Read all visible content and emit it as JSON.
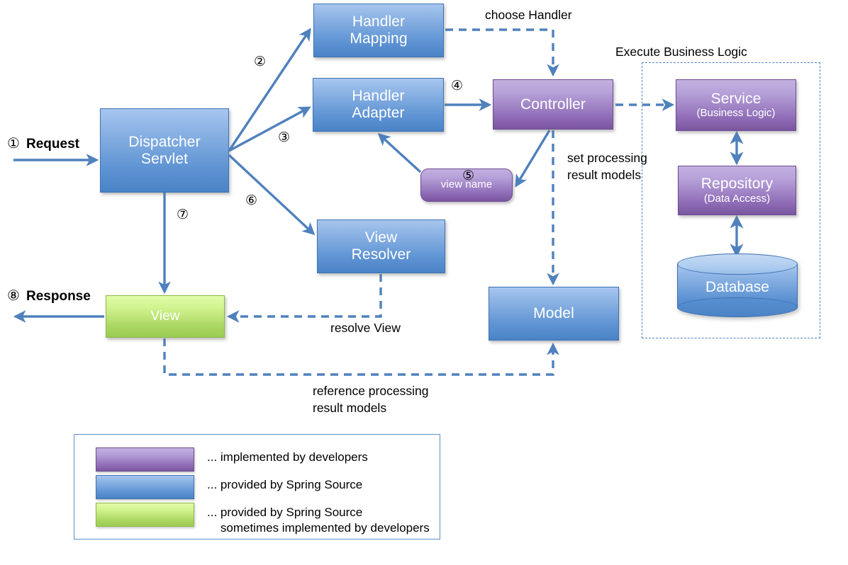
{
  "diagram": {
    "title": "Spring MVC Request Processing Flow",
    "colors": {
      "blue": "#5e93d3",
      "purple": "#8f6cb6",
      "green": "#a8d45f",
      "arrow": "#4f81bd",
      "dashed": "#4f81bd",
      "text": "#000000"
    }
  },
  "nodes": {
    "dispatcher_servlet": {
      "line1": "Dispatcher",
      "line2": "Servlet"
    },
    "handler_mapping": {
      "line1": "Handler",
      "line2": "Mapping"
    },
    "handler_adapter": {
      "line1": "Handler",
      "line2": "Adapter"
    },
    "controller": {
      "line1": "Controller"
    },
    "view_name": {
      "line1": "view name"
    },
    "view_resolver": {
      "line1": "View",
      "line2": "Resolver"
    },
    "view": {
      "line1": "View"
    },
    "model": {
      "line1": "Model"
    },
    "service": {
      "line1": "Service",
      "line2": "(Business Logic)"
    },
    "repository": {
      "line1": "Repository",
      "line2": "(Data Access)"
    },
    "database": {
      "line1": "Database"
    }
  },
  "labels": {
    "execute_business_logic": "Execute Business Logic",
    "choose_handler": "choose Handler",
    "set_processing_result_models": "set processing\nresult models",
    "resolve_view": "resolve View",
    "reference_processing_result_models": "reference processing\nresult models",
    "request": "Request",
    "response": "Response"
  },
  "steps": {
    "s1": "①",
    "s2": "②",
    "s3": "③",
    "s4": "④",
    "s5": "⑤",
    "s6": "⑥",
    "s7": "⑦",
    "s8": "⑧"
  },
  "legend": {
    "rows": [
      {
        "color": "#8f6cb6",
        "swatch": "purple",
        "text": "... implemented by developers"
      },
      {
        "color": "#5e93d3",
        "swatch": "blue",
        "text": "... provided by Spring Source"
      },
      {
        "color": "#a8d45f",
        "swatch": "green",
        "text": "... provided by Spring Source\n    sometimes implemented by developers"
      }
    ]
  }
}
